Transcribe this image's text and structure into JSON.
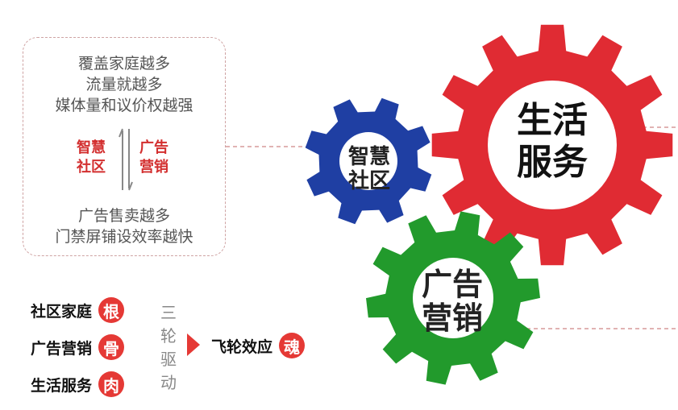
{
  "top_lines": [
    "覆盖家庭越多",
    "流量就越多",
    "媒体量和议价权越强"
  ],
  "middle_left": [
    "智慧",
    "社区"
  ],
  "middle_right": [
    "广告",
    "营销"
  ],
  "bottom_lines": [
    "广告售卖越多",
    "门禁屏铺设效率越快"
  ],
  "gears": {
    "blue": {
      "lines": [
        "智慧",
        "社区"
      ],
      "color": "#1f3fa3"
    },
    "red": {
      "lines": [
        "生活",
        "服务"
      ],
      "color": "#e02b33"
    },
    "green": {
      "lines": [
        "广告",
        "营销"
      ],
      "color": "#229a2c"
    }
  },
  "legend": [
    {
      "label": "社区家庭",
      "badge": "根"
    },
    {
      "label": "广告营销",
      "badge": "骨"
    },
    {
      "label": "生活服务",
      "badge": "肉"
    }
  ],
  "vertical_text": [
    "三",
    "轮",
    "驱",
    "动"
  ],
  "flywheel": {
    "label": "飞轮效应",
    "badge": "魂"
  },
  "accent_color": "#e53935"
}
